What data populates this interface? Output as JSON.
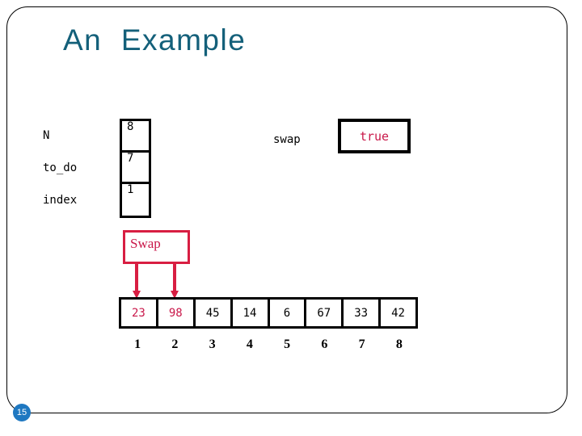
{
  "slide": {
    "title": "An  Example",
    "title_color": "#14607A",
    "page_number": "15",
    "accent_color": "#C9184A",
    "badge_color": "#1F78C1"
  },
  "variables": [
    {
      "label": "N",
      "value": "8"
    },
    {
      "label": "to_do",
      "value": "7"
    },
    {
      "label": "index",
      "value": "1"
    }
  ],
  "swap_flag": {
    "label": "swap",
    "value": "true"
  },
  "callout": {
    "label": "Swap"
  },
  "array": {
    "values": [
      "23",
      "98",
      "45",
      "14",
      "6",
      "67",
      "33",
      "42"
    ],
    "highlighted": [
      0,
      1
    ],
    "indices": [
      "1",
      "2",
      "3",
      "4",
      "5",
      "6",
      "7",
      "8"
    ]
  }
}
